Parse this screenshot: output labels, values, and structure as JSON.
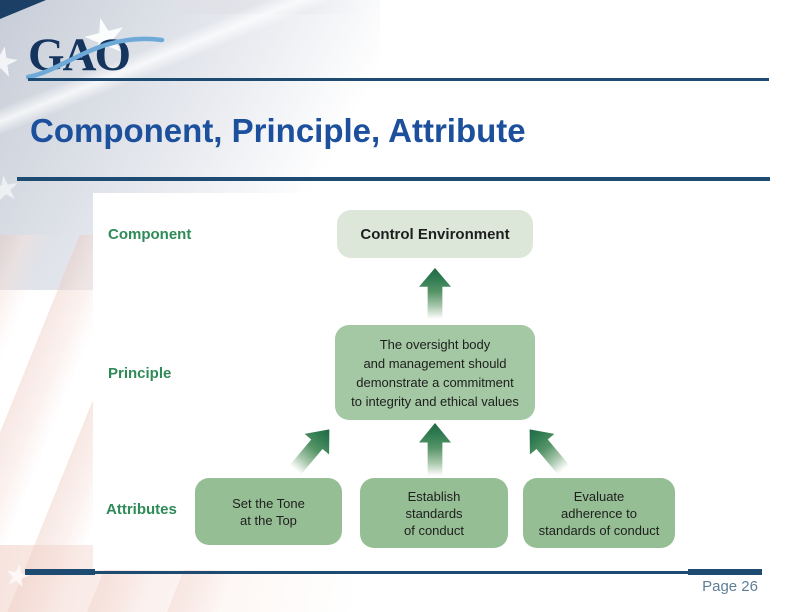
{
  "header": {
    "logo": "GAO",
    "title": "Component, Principle, Attribute"
  },
  "diagram": {
    "labels": {
      "component": "Component",
      "principle": "Principle",
      "attributes": "Attributes"
    },
    "component_box": "Control Environment",
    "principle_box": "The oversight body\nand management should\ndemonstrate a commitment\nto integrity and ethical values",
    "attribute_boxes": [
      "Set the Tone\nat the Top",
      "Establish\nstandards\nof conduct",
      "Evaluate\nadherence to\nstandards of conduct"
    ],
    "arrow_icons": [
      "up-arrow",
      "up-right-arrow",
      "up-arrow",
      "up-left-arrow"
    ]
  },
  "footer": {
    "page_label": "Page 26"
  },
  "colors": {
    "navy_rule": "#1e4b72",
    "title_blue": "#1c4f9c",
    "logo_navy": "#15355e",
    "swoosh_blue": "#6ea9d8",
    "label_green": "#2e8b57",
    "component_box_bg": "#dde7d9",
    "principle_box_bg": "#a3c8a3",
    "attribute_box_bg": "#96be94",
    "arrow_green": "#2d7950",
    "page_text": "#5e7e95"
  }
}
